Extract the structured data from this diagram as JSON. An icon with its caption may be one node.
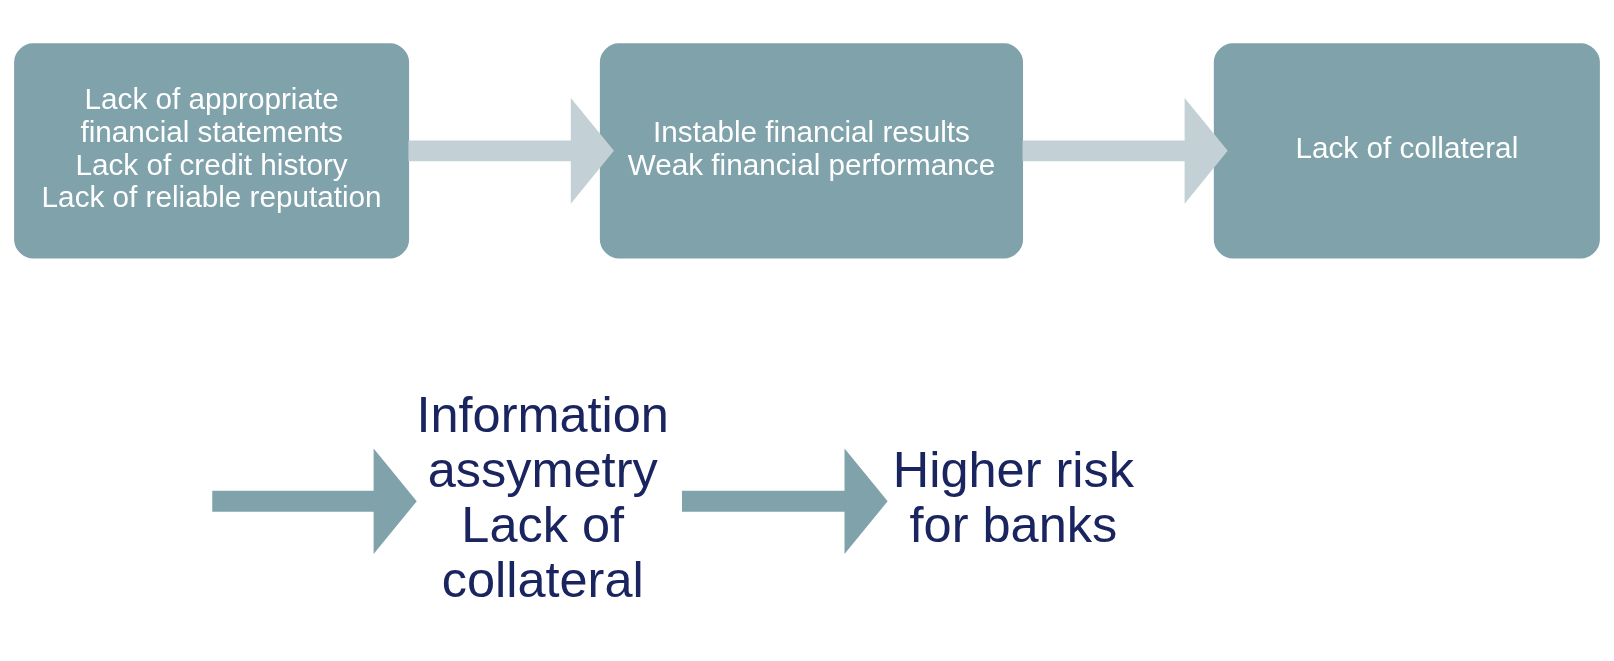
{
  "diagram": {
    "nodes": [
      {
        "text": [
          "Lack of appropriate financial statements",
          "Lack of credit history",
          "Lack of reliable reputation"
        ]
      },
      {
        "text": [
          "Instable financial results",
          "Weak financial performance"
        ]
      },
      {
        "text": [
          "Lack of collateral"
        ]
      },
      {
        "text": [
          "Information assymetry",
          "Lack of collateral"
        ]
      },
      {
        "text": [
          "Higher risk for banks"
        ]
      }
    ],
    "edges": [
      {
        "from": 0,
        "to": 1,
        "arrow": "to",
        "color": "#c3d1d6"
      },
      {
        "from": 1,
        "to": 2,
        "arrow": "to",
        "color": "#c3d1d6"
      },
      {
        "from": null,
        "to": 3,
        "arrow": "to"
      },
      {
        "from": 3,
        "to": 4,
        "arrow": "to"
      }
    ]
  }
}
